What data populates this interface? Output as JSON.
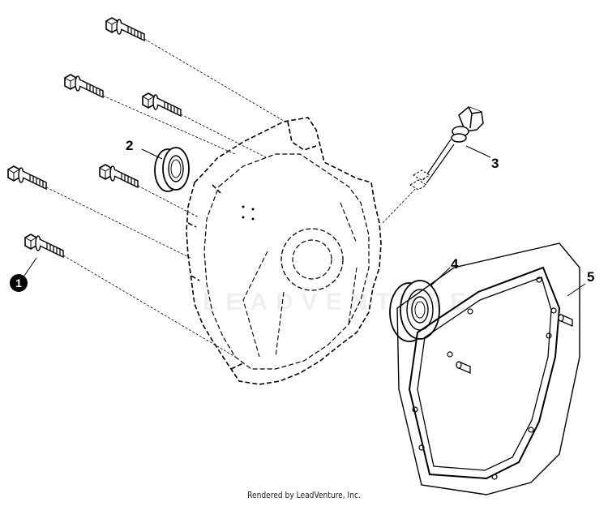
{
  "callouts": {
    "c1": "1",
    "c2": "2",
    "c3": "3",
    "c4": "4",
    "c5": "5"
  },
  "watermark": "LEADVENTURE",
  "footer": "Rendered by LeadVenture, Inc.",
  "colors": {
    "line": "#000000",
    "background": "#ffffff",
    "badge": "#000000"
  }
}
